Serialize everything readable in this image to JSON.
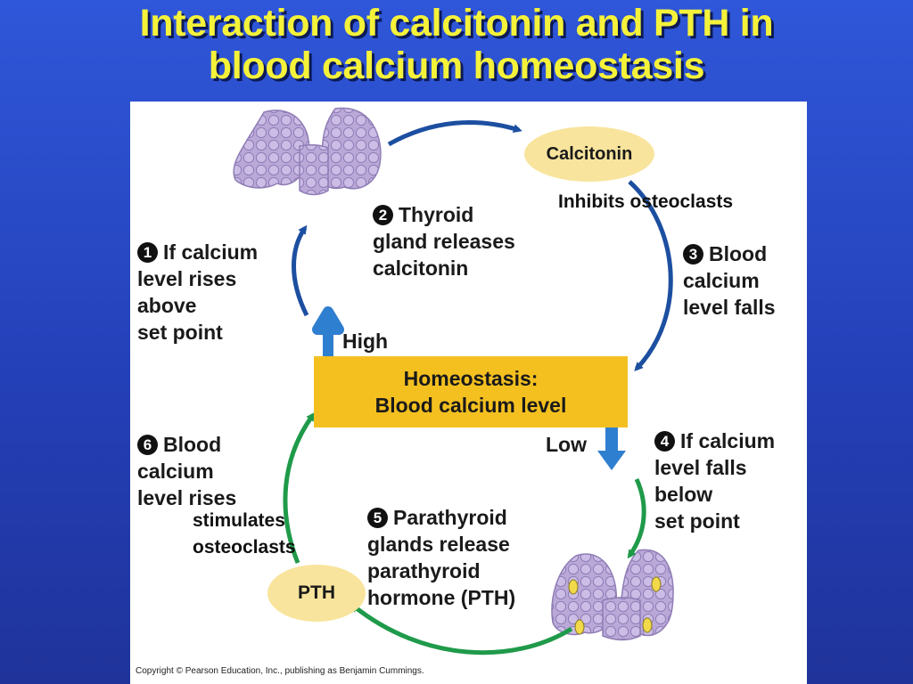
{
  "slide": {
    "title_line1": "Interaction of calcitonin and PTH in",
    "title_line2": "blood calcium homeostasis"
  },
  "diagram": {
    "calcitonin_label": "Calcitonin",
    "pth_label": "PTH",
    "homeostasis_line1": "Homeostasis:",
    "homeostasis_line2": "Blood calcium level",
    "high_label": "High",
    "low_label": "Low",
    "steps": [
      {
        "num": "1",
        "lines": [
          "If calcium",
          "level rises",
          "above",
          "set point"
        ]
      },
      {
        "num": "2",
        "lines": [
          "Thyroid",
          "gland releases",
          "calcitonin"
        ]
      },
      {
        "num": "3",
        "lines": [
          "Blood",
          "calcium",
          "level falls"
        ]
      },
      {
        "num": "4",
        "lines": [
          "If calcium",
          "level falls",
          "below",
          "set point"
        ]
      },
      {
        "num": "5",
        "lines": [
          "Parathyroid",
          "glands release",
          "parathyroid",
          "hormone (PTH)"
        ]
      },
      {
        "num": "6",
        "lines": [
          "Blood",
          "calcium",
          "level rises"
        ]
      }
    ],
    "annotation_inhibits": "Inhibits osteoclasts",
    "annotation_stimulates_line1": "stimulates",
    "annotation_stimulates_line2": "osteoclasts",
    "copyright": "Copyright © Pearson Education, Inc., publishing as Benjamin Cummings.",
    "colors": {
      "blue_arrow": "#1c4fa0",
      "green_arrow": "#1f9a4a",
      "homeostasis_box": "#f4c020",
      "hormone_bubble": "#f8e49c",
      "gland": "#b9a8d8"
    }
  }
}
